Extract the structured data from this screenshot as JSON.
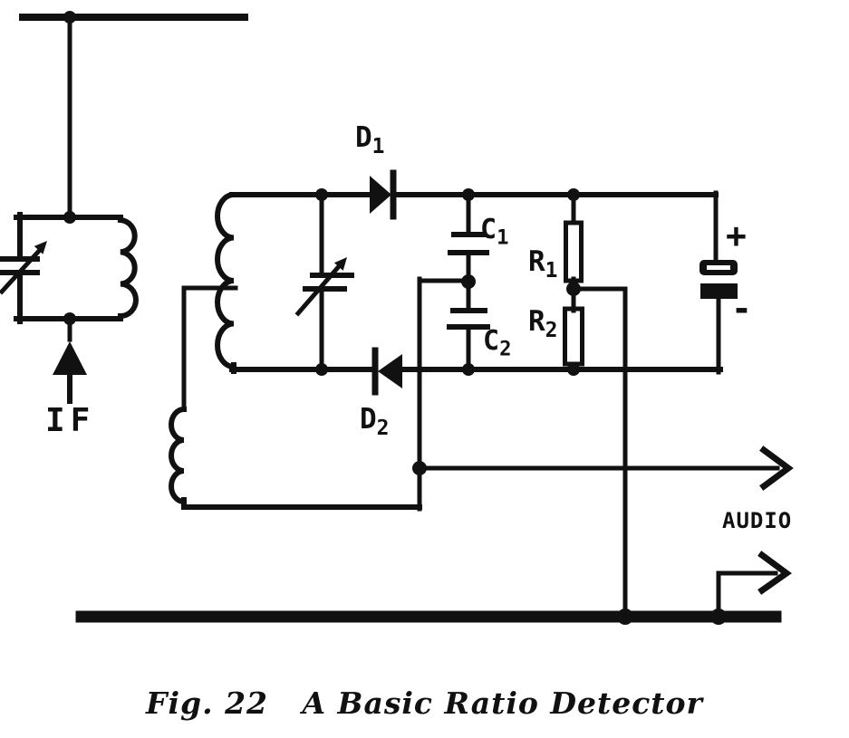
{
  "colors": {
    "ink": "#111111",
    "paper": "#ffffff"
  },
  "caption": "Fig. 22   A Basic Ratio Detector",
  "labels": {
    "if": "IF",
    "audio": "AUDIO",
    "battery_plus": "+",
    "battery_minus": "-",
    "d1": {
      "base": "D",
      "sub": "1"
    },
    "d2": {
      "base": "D",
      "sub": "2"
    },
    "c1": {
      "base": "C",
      "sub": "1"
    },
    "c2": {
      "base": "C",
      "sub": "2"
    },
    "r1": {
      "base": "R",
      "sub": "1"
    },
    "r2": {
      "base": "R",
      "sub": "2"
    }
  }
}
